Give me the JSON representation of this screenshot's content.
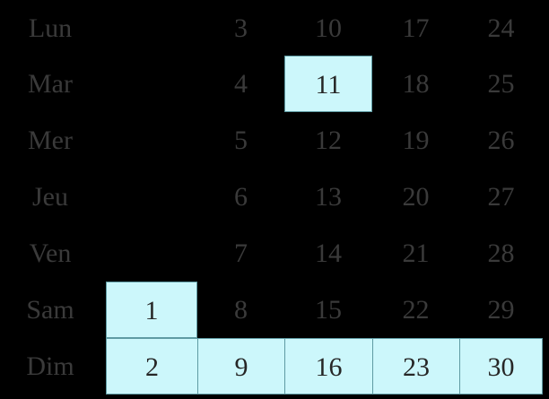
{
  "calendar": {
    "locale_language": "French",
    "highlight_color": "#ccf7fb",
    "highlight_border_color": "#5f9ba3",
    "background_color": "#000000",
    "text_color": "#3a3a3a",
    "highlight_text_color": "#262626",
    "columns": [
      "week1",
      "week2",
      "week3",
      "week4",
      "week5"
    ],
    "rows": [
      {
        "label": "Lun",
        "cells": [
          {
            "value": "",
            "highlighted": false
          },
          {
            "value": "3",
            "highlighted": false
          },
          {
            "value": "10",
            "highlighted": false
          },
          {
            "value": "17",
            "highlighted": false
          },
          {
            "value": "24",
            "highlighted": false
          }
        ]
      },
      {
        "label": "Mar",
        "cells": [
          {
            "value": "",
            "highlighted": false
          },
          {
            "value": "4",
            "highlighted": false
          },
          {
            "value": "11",
            "highlighted": true
          },
          {
            "value": "18",
            "highlighted": false
          },
          {
            "value": "25",
            "highlighted": false
          }
        ]
      },
      {
        "label": "Mer",
        "cells": [
          {
            "value": "",
            "highlighted": false
          },
          {
            "value": "5",
            "highlighted": false
          },
          {
            "value": "12",
            "highlighted": false
          },
          {
            "value": "19",
            "highlighted": false
          },
          {
            "value": "26",
            "highlighted": false
          }
        ]
      },
      {
        "label": "Jeu",
        "cells": [
          {
            "value": "",
            "highlighted": false
          },
          {
            "value": "6",
            "highlighted": false
          },
          {
            "value": "13",
            "highlighted": false
          },
          {
            "value": "20",
            "highlighted": false
          },
          {
            "value": "27",
            "highlighted": false
          }
        ]
      },
      {
        "label": "Ven",
        "cells": [
          {
            "value": "",
            "highlighted": false
          },
          {
            "value": "7",
            "highlighted": false
          },
          {
            "value": "14",
            "highlighted": false
          },
          {
            "value": "21",
            "highlighted": false
          },
          {
            "value": "28",
            "highlighted": false
          }
        ]
      },
      {
        "label": "Sam",
        "cells": [
          {
            "value": "1",
            "highlighted": true
          },
          {
            "value": "8",
            "highlighted": false
          },
          {
            "value": "15",
            "highlighted": false
          },
          {
            "value": "22",
            "highlighted": false
          },
          {
            "value": "29",
            "highlighted": false
          }
        ]
      },
      {
        "label": "Dim",
        "cells": [
          {
            "value": "2",
            "highlighted": true
          },
          {
            "value": "9",
            "highlighted": true
          },
          {
            "value": "16",
            "highlighted": true
          },
          {
            "value": "23",
            "highlighted": true
          },
          {
            "value": "30",
            "highlighted": true
          }
        ]
      }
    ]
  }
}
